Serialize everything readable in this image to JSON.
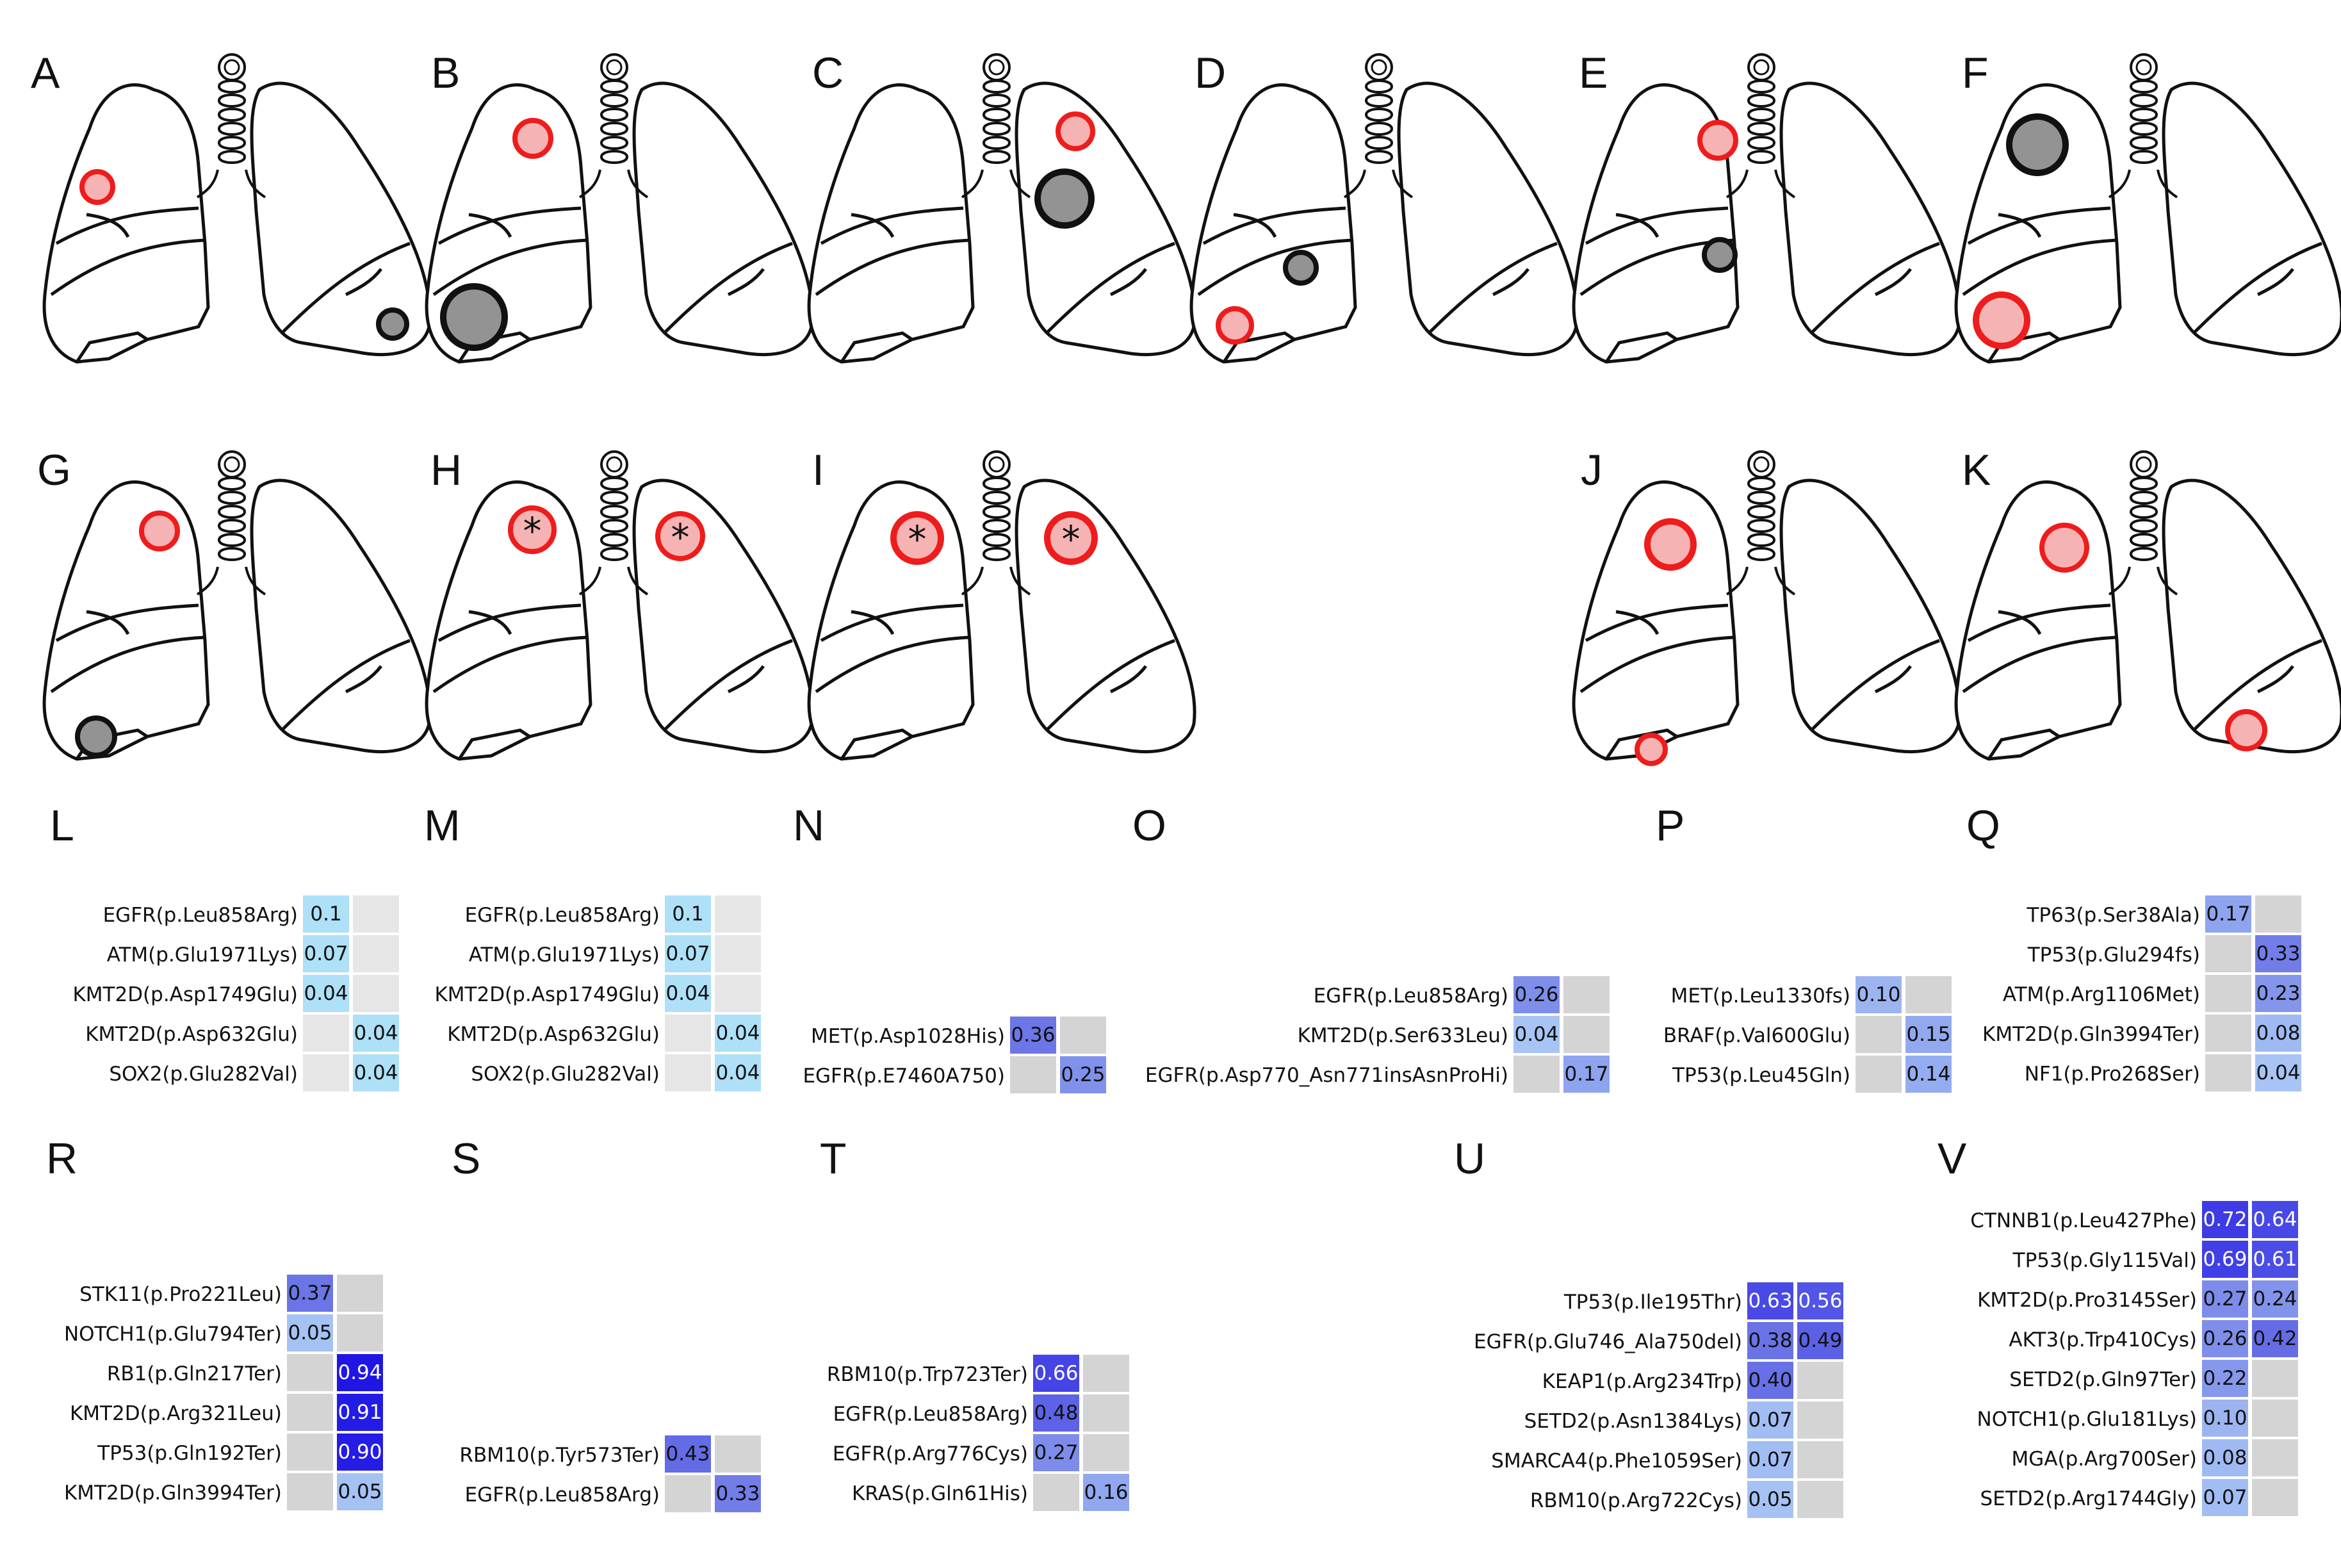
{
  "panel_labels": [
    "A",
    "B",
    "C",
    "D",
    "E",
    "F",
    "G",
    "H",
    "I",
    "J",
    "K",
    "L",
    "M",
    "N",
    "O",
    "P",
    "Q",
    "R",
    "S",
    "T",
    "U",
    "V"
  ],
  "colors": {
    "red_outline": "#ee1c1c",
    "red_fill": "#f5b3b3",
    "gray_fill": "#939393",
    "black_outline": "#111111",
    "empty_cell": "#e6e6e6",
    "empty_cell_dark": "#d4d4d4",
    "scale_light": "#aee0f7",
    "scale_dark": "#1e14e6"
  },
  "lung_panels": [
    {
      "label": "A",
      "nodules": [
        {
          "type": "red",
          "lobe": "right upper, lateral"
        },
        {
          "type": "gray",
          "lobe": "left lower, lateral"
        }
      ]
    },
    {
      "label": "B",
      "nodules": [
        {
          "type": "red",
          "lobe": "right upper"
        },
        {
          "type": "gray",
          "lobe": "right lower"
        }
      ]
    },
    {
      "label": "C",
      "nodules": [
        {
          "type": "red",
          "lobe": "left upper"
        },
        {
          "type": "gray",
          "lobe": "left upper"
        }
      ]
    },
    {
      "label": "D",
      "nodules": [
        {
          "type": "gray",
          "lobe": "right middle"
        },
        {
          "type": "red",
          "lobe": "right lower"
        }
      ]
    },
    {
      "label": "E",
      "nodules": [
        {
          "type": "red",
          "lobe": "right upper"
        },
        {
          "type": "gray",
          "lobe": "right middle"
        }
      ]
    },
    {
      "label": "F",
      "nodules": [
        {
          "type": "gray",
          "lobe": "right upper"
        },
        {
          "type": "red",
          "lobe": "right lower"
        }
      ]
    },
    {
      "label": "G",
      "nodules": [
        {
          "type": "red",
          "lobe": "right upper"
        },
        {
          "type": "gray",
          "lobe": "right lower"
        }
      ]
    },
    {
      "label": "H",
      "nodules": [
        {
          "type": "red",
          "lobe": "right upper",
          "star": "*"
        },
        {
          "type": "red",
          "lobe": "left upper",
          "star": "*"
        }
      ]
    },
    {
      "label": "I",
      "nodules": [
        {
          "type": "red",
          "lobe": "right upper",
          "star": "*"
        },
        {
          "type": "red",
          "lobe": "left upper",
          "star": "*"
        }
      ]
    },
    {
      "label": "J",
      "nodules": [
        {
          "type": "red",
          "lobe": "right upper"
        },
        {
          "type": "red",
          "lobe": "right lower"
        }
      ]
    },
    {
      "label": "K",
      "nodules": [
        {
          "type": "red",
          "lobe": "right upper"
        },
        {
          "type": "red",
          "lobe": "left lower"
        }
      ]
    }
  ],
  "heatmaps": [
    {
      "label": "L",
      "rows": [
        {
          "gene": "EGFR(p.Leu858Arg)",
          "values": [
            "0.1",
            ""
          ]
        },
        {
          "gene": "ATM(p.Glu1971Lys)",
          "values": [
            "0.07",
            ""
          ]
        },
        {
          "gene": "KMT2D(p.Asp1749Glu)",
          "values": [
            "0.04",
            ""
          ]
        },
        {
          "gene": "KMT2D(p.Asp632Glu)",
          "values": [
            "",
            "0.04"
          ]
        },
        {
          "gene": "SOX2(p.Glu282Val)",
          "values": [
            "",
            "0.04"
          ]
        }
      ]
    },
    {
      "label": "M",
      "rows": [
        {
          "gene": "EGFR(p.Leu858Arg)",
          "values": [
            "0.1",
            ""
          ]
        },
        {
          "gene": "ATM(p.Glu1971Lys)",
          "values": [
            "0.07",
            ""
          ]
        },
        {
          "gene": "KMT2D(p.Asp1749Glu)",
          "values": [
            "0.04",
            ""
          ]
        },
        {
          "gene": "KMT2D(p.Asp632Glu)",
          "values": [
            "",
            "0.04"
          ]
        },
        {
          "gene": "SOX2(p.Glu282Val)",
          "values": [
            "",
            "0.04"
          ]
        }
      ]
    },
    {
      "label": "N",
      "rows": [
        {
          "gene": "MET(p.Asp1028His)",
          "values": [
            "0.36",
            ""
          ]
        },
        {
          "gene": "EGFR(p.E7460A750)",
          "values": [
            "",
            "0.25"
          ]
        }
      ]
    },
    {
      "label": "O",
      "rows": [
        {
          "gene": "EGFR(p.Leu858Arg)",
          "values": [
            "0.26",
            ""
          ]
        },
        {
          "gene": "KMT2D(p.Ser633Leu)",
          "values": [
            "0.04",
            ""
          ]
        },
        {
          "gene": "EGFR(p.Asp770_Asn771insAsnProHi)",
          "values": [
            "",
            "0.17"
          ]
        }
      ]
    },
    {
      "label": "P",
      "rows": [
        {
          "gene": "MET(p.Leu1330fs)",
          "values": [
            "0.10",
            ""
          ]
        },
        {
          "gene": "BRAF(p.Val600Glu)",
          "values": [
            "",
            "0.15"
          ]
        },
        {
          "gene": "TP53(p.Leu45Gln)",
          "values": [
            "",
            "0.14"
          ]
        }
      ]
    },
    {
      "label": "Q",
      "rows": [
        {
          "gene": "TP63(p.Ser38Ala)",
          "values": [
            "0.17",
            ""
          ]
        },
        {
          "gene": "TP53(p.Glu294fs)",
          "values": [
            "",
            "0.33"
          ]
        },
        {
          "gene": "ATM(p.Arg1106Met)",
          "values": [
            "",
            "0.23"
          ]
        },
        {
          "gene": "KMT2D(p.Gln3994Ter)",
          "values": [
            "",
            "0.08"
          ]
        },
        {
          "gene": "NF1(p.Pro268Ser)",
          "values": [
            "",
            "0.04"
          ]
        }
      ]
    },
    {
      "label": "R",
      "rows": [
        {
          "gene": "STK11(p.Pro221Leu)",
          "values": [
            "0.37",
            ""
          ]
        },
        {
          "gene": "NOTCH1(p.Glu794Ter)",
          "values": [
            "0.05",
            ""
          ]
        },
        {
          "gene": "RB1(p.Gln217Ter)",
          "values": [
            "",
            "0.94"
          ]
        },
        {
          "gene": "KMT2D(p.Arg321Leu)",
          "values": [
            "",
            "0.91"
          ]
        },
        {
          "gene": "TP53(p.Gln192Ter)",
          "values": [
            "",
            "0.90"
          ]
        },
        {
          "gene": "KMT2D(p.Gln3994Ter)",
          "values": [
            "",
            "0.05"
          ]
        }
      ]
    },
    {
      "label": "S",
      "rows": [
        {
          "gene": "RBM10(p.Tyr573Ter)",
          "values": [
            "0.43",
            ""
          ]
        },
        {
          "gene": "EGFR(p.Leu858Arg)",
          "values": [
            "",
            "0.33"
          ]
        }
      ]
    },
    {
      "label": "T",
      "rows": [
        {
          "gene": "RBM10(p.Trp723Ter)",
          "values": [
            "0.66",
            ""
          ]
        },
        {
          "gene": "EGFR(p.Leu858Arg)",
          "values": [
            "0.48",
            ""
          ]
        },
        {
          "gene": "EGFR(p.Arg776Cys)",
          "values": [
            "0.27",
            ""
          ]
        },
        {
          "gene": "KRAS(p.Gln61His)",
          "values": [
            "",
            "0.16"
          ]
        }
      ]
    },
    {
      "label": "U",
      "rows": [
        {
          "gene": "TP53(p.Ile195Thr)",
          "values": [
            "0.63",
            "0.56"
          ]
        },
        {
          "gene": "EGFR(p.Glu746_Ala750del)",
          "values": [
            "0.38",
            "0.49"
          ]
        },
        {
          "gene": "KEAP1(p.Arg234Trp)",
          "values": [
            "0.40",
            ""
          ]
        },
        {
          "gene": "SETD2(p.Asn1384Lys)",
          "values": [
            "0.07",
            ""
          ]
        },
        {
          "gene": "SMARCA4(p.Phe1059Ser)",
          "values": [
            "0.07",
            ""
          ]
        },
        {
          "gene": "RBM10(p.Arg722Cys)",
          "values": [
            "0.05",
            ""
          ]
        }
      ]
    },
    {
      "label": "V",
      "rows": [
        {
          "gene": "CTNNB1(p.Leu427Phe)",
          "values": [
            "0.72",
            "0.64"
          ]
        },
        {
          "gene": "TP53(p.Gly115Val)",
          "values": [
            "0.69",
            "0.61"
          ]
        },
        {
          "gene": "KMT2D(p.Pro3145Ser)",
          "values": [
            "0.27",
            "0.24"
          ]
        },
        {
          "gene": "AKT3(p.Trp410Cys)",
          "values": [
            "0.26",
            "0.42"
          ]
        },
        {
          "gene": "SETD2(p.Gln97Ter)",
          "values": [
            "0.22",
            ""
          ]
        },
        {
          "gene": "NOTCH1(p.Glu181Lys)",
          "values": [
            "0.10",
            ""
          ]
        },
        {
          "gene": "MGA(p.Arg700Ser)",
          "values": [
            "0.08",
            ""
          ]
        },
        {
          "gene": "SETD2(p.Arg1744Gly)",
          "values": [
            "0.07",
            ""
          ]
        }
      ]
    }
  ]
}
